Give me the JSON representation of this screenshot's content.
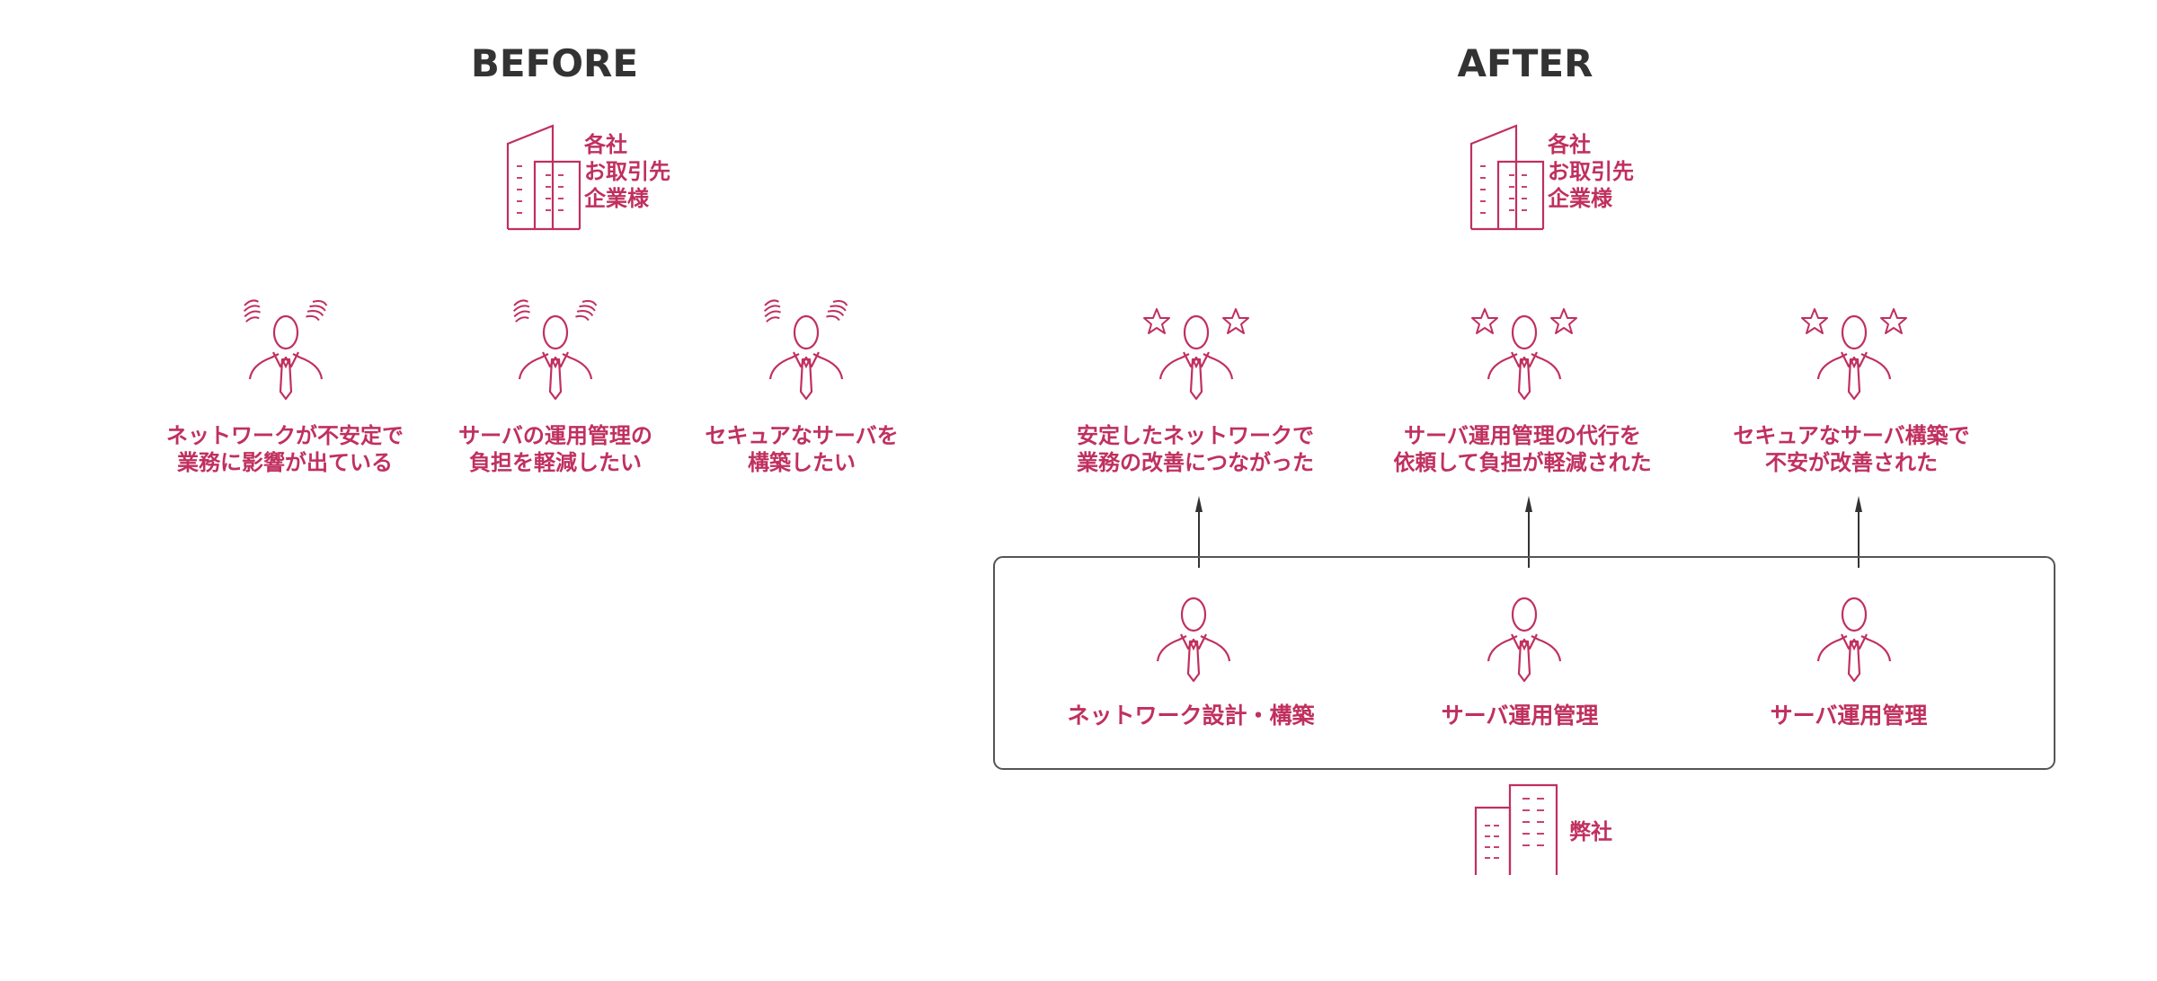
{
  "colors": {
    "accent": "#c0305f",
    "title": "#333333",
    "frame": "#555555"
  },
  "before": {
    "title": "BEFORE",
    "client_label": [
      "各社",
      "お取引先",
      "企業様"
    ],
    "people": [
      {
        "mood": "stressed",
        "caption": [
          "ネットワークが不安定で",
          "業務に影響が出ている"
        ]
      },
      {
        "mood": "stressed",
        "caption": [
          "サーバの運用管理の",
          "負担を軽減したい"
        ]
      },
      {
        "mood": "stressed",
        "caption": [
          "セキュアなサーバを",
          "構築したい"
        ]
      }
    ]
  },
  "after": {
    "title": "AFTER",
    "client_label": [
      "各社",
      "お取引先",
      "企業様"
    ],
    "people": [
      {
        "mood": "happy",
        "caption": [
          "安定したネットワークで",
          "業務の改善につながった"
        ]
      },
      {
        "mood": "happy",
        "caption": [
          "サーバ運用管理の代行を",
          "依頼して負担が軽減された"
        ]
      },
      {
        "mood": "happy",
        "caption": [
          "セキュアなサーバ構築で",
          "不安が改善された"
        ]
      }
    ],
    "services": [
      {
        "label": "ネットワーク設計・構築"
      },
      {
        "label": "サーバ運用管理"
      },
      {
        "label": "サーバ運用管理"
      }
    ],
    "company_label": "弊社"
  }
}
